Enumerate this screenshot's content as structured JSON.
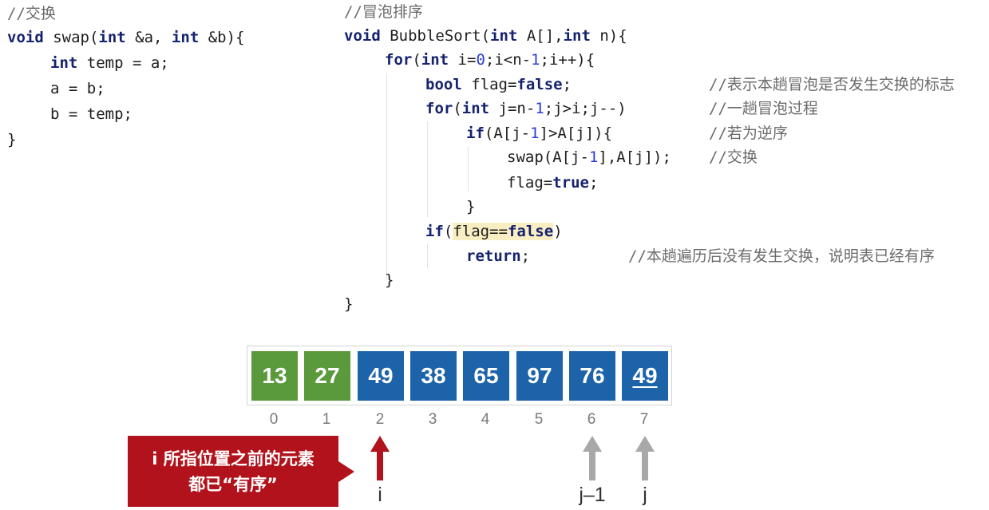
{
  "swap_code": {
    "comment": "//交换",
    "sig_void": "void",
    "sig_name": " swap(",
    "sig_int1": "int",
    "sig_mid": " &a, ",
    "sig_int2": "int",
    "sig_end": " &b){",
    "l1_int": "int",
    "l1_rest": " temp = a;",
    "l2": "a = b;",
    "l3": "b = temp;",
    "close": "}"
  },
  "bubble_code": {
    "comment": "//冒泡排序",
    "sig_void": "void",
    "sig_name": " BubbleSort(",
    "sig_int1": "int",
    "sig_mid": " A[],",
    "sig_int2": "int",
    "sig_end": " n){",
    "for1_for": "for",
    "for1_p": "(",
    "for1_int": "int",
    "for1_a": " i=",
    "for1_zero": "0",
    "for1_b": ";i<n-",
    "for1_one": "1",
    "for1_c": ";i++){",
    "bool_kw": "bool",
    "bool_mid": " flag=",
    "bool_false": "false",
    "bool_end": ";",
    "bool_comment": "//表示本趟冒泡是否发生交换的标志",
    "for2_for": "for",
    "for2_p": "(",
    "for2_int": "int",
    "for2_a": " j=n-",
    "for2_one": "1",
    "for2_b": ";j>i;j--)",
    "for2_comment": "//一趟冒泡过程",
    "if1_if": "if",
    "if1_a": "(A[j-",
    "if1_one": "1",
    "if1_b": "]>A[j]){",
    "if1_comment": "//若为逆序",
    "swap_a": "swap(A[j-",
    "swap_one": "1",
    "swap_b": "],A[j]);",
    "swap_comment": "//交换",
    "flag_a": "flag=",
    "flag_true": "true",
    "flag_b": ";",
    "close_if": "}",
    "if2_if": "if",
    "if2_p": "(",
    "if2_flag": "flag==",
    "if2_false": "false",
    "if2_end": ")",
    "return_kw": "return",
    "return_end": ";",
    "return_comment": "//本趟遍历后没有发生交换，说明表已经有序",
    "close_for": "}",
    "close_fn": "}"
  },
  "array": {
    "values": [
      "13",
      "27",
      "49",
      "38",
      "65",
      "97",
      "76",
      "49"
    ],
    "indices": [
      "0",
      "1",
      "2",
      "3",
      "4",
      "5",
      "6",
      "7"
    ],
    "sorted_color": "#5a9a3c",
    "unsorted_color": "#1c63a9",
    "pointer_i_color": "#b2121b",
    "pointer_j_color": "#a8a8a8"
  },
  "pointers": {
    "i_label": "i",
    "j_minus_1_label": "j–1",
    "j_label": "j"
  },
  "callout": {
    "line1": "i 所指位置之前的元素",
    "line2": "都已“有序”"
  }
}
